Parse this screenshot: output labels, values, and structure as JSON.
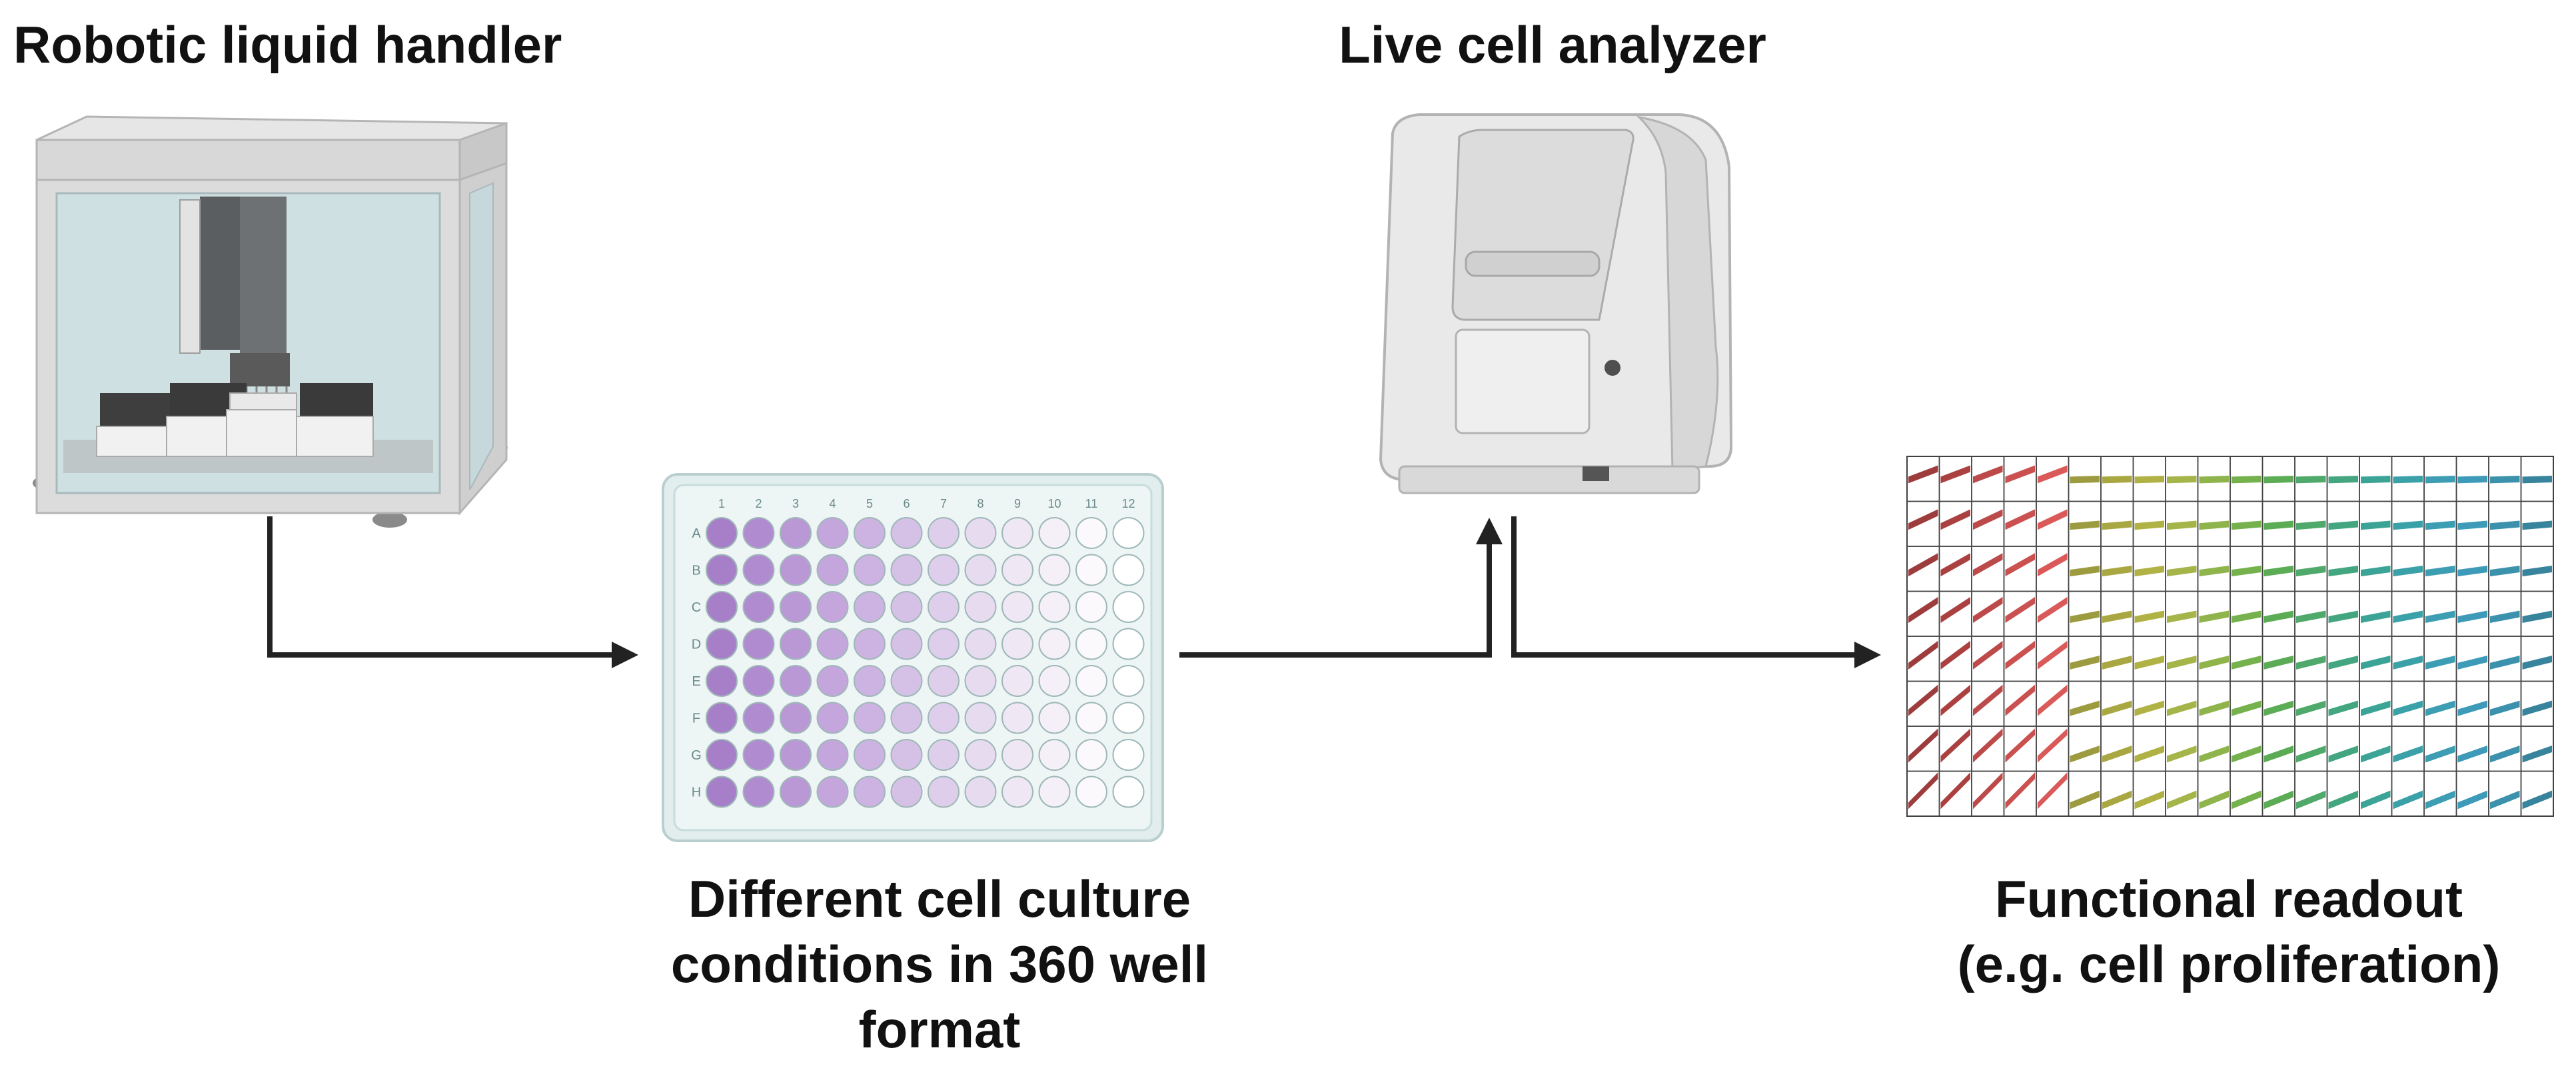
{
  "labels": {
    "handler_title": "Robotic liquid handler",
    "analyzer_title": "Live cell analyzer",
    "plate_caption": [
      "Different cell culture",
      "conditions in 360 well",
      "format"
    ],
    "readout_caption": [
      "Functional readout",
      "(e.g. cell proliferation)"
    ]
  },
  "plate": {
    "columns": [
      "1",
      "2",
      "3",
      "4",
      "5",
      "6",
      "7",
      "8",
      "9",
      "10",
      "11",
      "12"
    ],
    "rows": [
      "A",
      "B",
      "C",
      "D",
      "E",
      "F",
      "G",
      "H"
    ],
    "well_colors": [
      "#a77fc9",
      "#b08bd0",
      "#ba98d6",
      "#c4a6dc",
      "#cdb3e1",
      "#d6c1e6",
      "#dfceeb",
      "#e7dbef",
      "#efe7f4",
      "#f5f0f8",
      "#fbf9fc",
      "#ffffff"
    ]
  },
  "readout": {
    "column_colors": [
      "#8b1a1a",
      "#9c1f1f",
      "#b02a2a",
      "#c23333",
      "#d43c3c",
      "#8c8a1e",
      "#9a9820",
      "#a3a525",
      "#96a82a",
      "#7aa72b",
      "#5da52e",
      "#3f9e38",
      "#2f9a50",
      "#22966a",
      "#1a9484",
      "#19909a",
      "#1a8ca6",
      "#1b88ad",
      "#1a7f9e",
      "#166f8c"
    ],
    "row_count": 8
  },
  "colors": {
    "arrow": "#222222",
    "plate_body": "#e2eeee",
    "plate_border": "#b9cfcf",
    "device_body": "#e9e9e9"
  }
}
